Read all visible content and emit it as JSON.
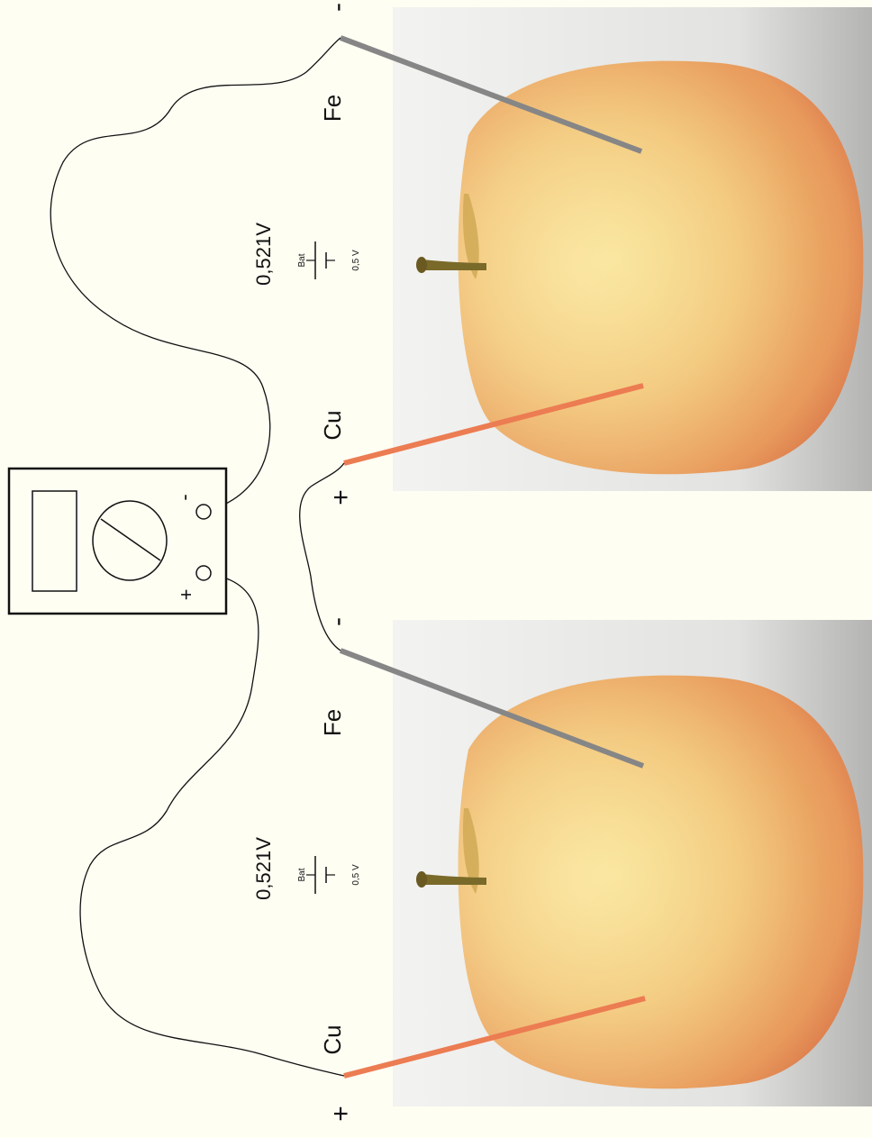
{
  "colors": {
    "background": "#fefef3",
    "wire": "#111111",
    "iron_electrode": "#868686",
    "copper_electrode": "#ec7c52",
    "apple_light": "#f2d37a",
    "apple_mid": "#eea963",
    "apple_dark": "#d86a45",
    "photo_backdrop_top": "#eeeeee",
    "photo_backdrop_bottom": "#bdbdbd"
  },
  "voltmeter": {
    "plus_label": "+",
    "minus_label": "-",
    "icon": "voltmeter-icon"
  },
  "cells": [
    {
      "negative_label": "-",
      "positive_label": "+",
      "iron_label": "Fe",
      "copper_label": "Cu",
      "voltage_label": "0,521V",
      "symbol_name_label": "Bat",
      "symbol_value_label": "0,5 V"
    },
    {
      "negative_label": "-",
      "positive_label": "+",
      "iron_label": "Fe",
      "copper_label": "Cu",
      "voltage_label": "0,521V",
      "symbol_name_label": "Bat",
      "symbol_value_label": "0,5 V"
    }
  ]
}
